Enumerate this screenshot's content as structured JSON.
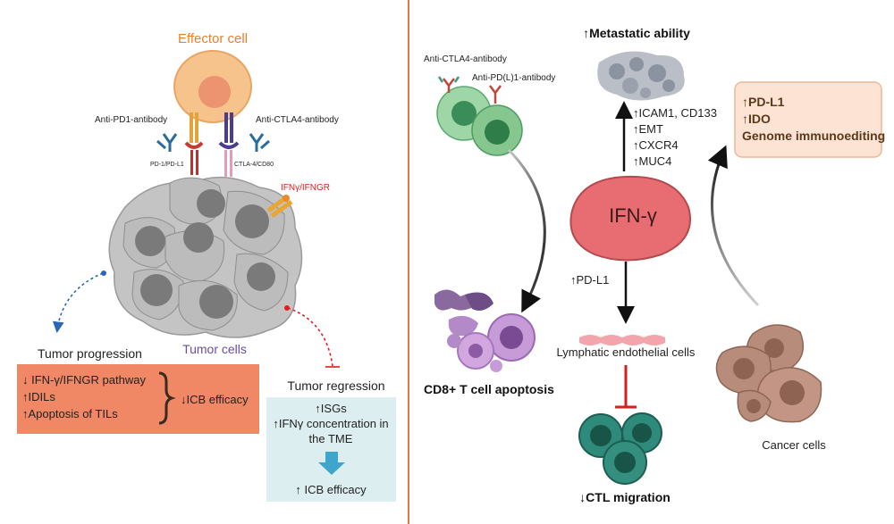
{
  "left": {
    "effector_cell": "Effector cell",
    "anti_pd1": "Anti-PD1-antibody",
    "anti_ctla4": "Anti-CTLA4-antibody",
    "pd1_pdl1": "PD-1/PD-L1",
    "ctla4_cd80": "CTLA-4/CD80",
    "ifngr": "IFNγ/IFNGR",
    "tumor_cells": "Tumor cells",
    "tumor_progression": {
      "title": "Tumor progression",
      "items": [
        "↓ IFN-γ/IFNGR pathway",
        "↑IDILs",
        "↑Apoptosis of TILs"
      ],
      "result": "↓ICB efficacy"
    },
    "tumor_regression": {
      "title": "Tumor regression",
      "items": [
        "↑ISGs",
        "↑IFNγ concentration in",
        "the TME"
      ],
      "result": "↑ ICB efficacy"
    }
  },
  "right": {
    "anti_ctla4": "Anti-CTLA4-antibody",
    "anti_pdl1": "Anti-PD(L)1-antibody",
    "metastatic": "↑Metastatic ability",
    "markers": [
      "↑ICAM1, CD133",
      "↑EMT",
      "↑CXCR4",
      "↑MUC4"
    ],
    "ifng": "IFN-γ",
    "pdl1": "↑PD-L1",
    "lymphatic": "Lymphatic endothelial cells",
    "apoptosis": "CD8+ T cell apoptosis",
    "ctl_migration": "↓CTL migration",
    "cancer_cells": "Cancer cells",
    "box": [
      "↑PD-L1",
      "↑IDO",
      "Genome immunoediting"
    ]
  },
  "colors": {
    "effector_title": "#e9812a",
    "tumor_title": "#6b4ca0",
    "ifngr_label": "#e21d1d",
    "progression_box": "#f08765",
    "regression_box": "#ddeef1",
    "pink_box": "#fde3d4",
    "ifng_fill": "#e86d72",
    "divider": "#e07a3c"
  }
}
